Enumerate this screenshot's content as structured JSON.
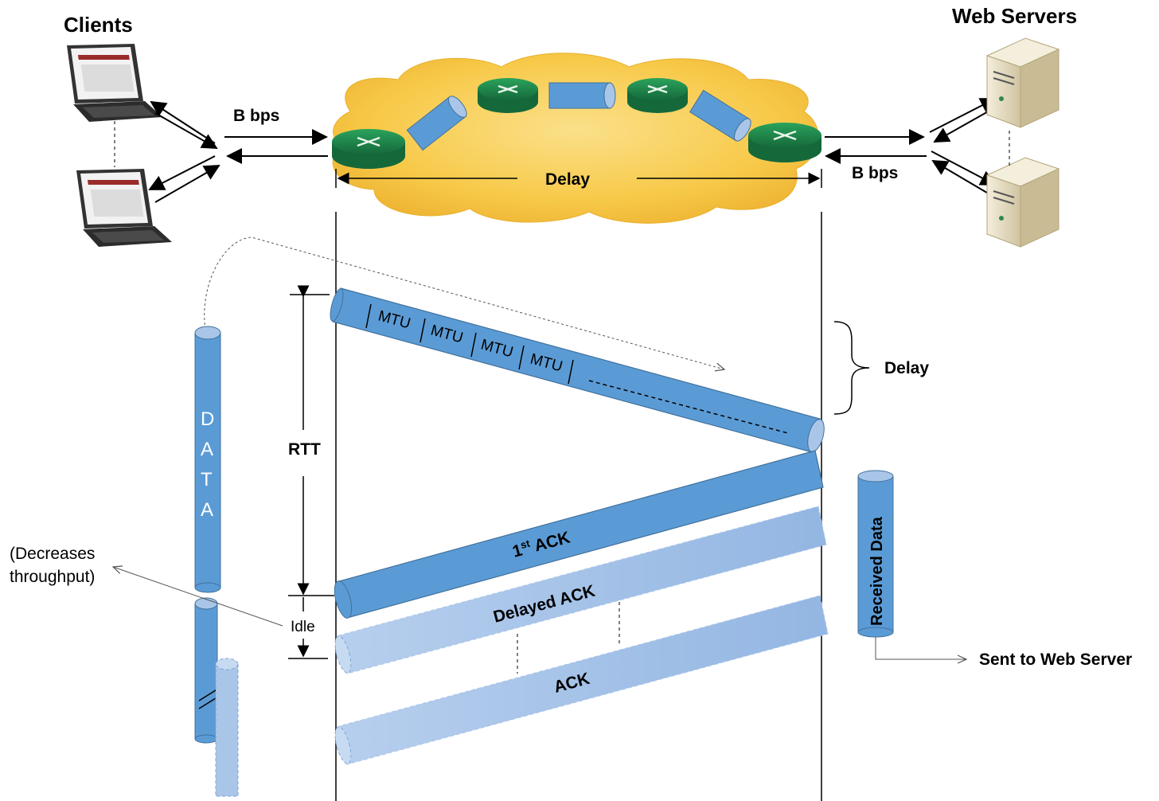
{
  "labels": {
    "clients": "Clients",
    "web_servers": "Web Servers",
    "bandwidth_left": "B bps",
    "bandwidth_right": "B bps",
    "delay_network": "Delay",
    "delay_side": "Delay",
    "rtt": "RTT",
    "idle": "Idle",
    "decreases_throughput": [
      "(Decreases",
      "throughput)"
    ],
    "received_data": "Received Data",
    "sent_to_web_server": "Sent to Web Server",
    "data_letters": [
      "D",
      "A",
      "T",
      "A"
    ],
    "mtu": [
      "MTU",
      "MTU",
      "MTU",
      "MTU"
    ],
    "first_ack_ordinal": "1",
    "first_ack_sup": "st",
    "first_ack_text": " ACK",
    "delayed_ack": "Delayed ACK",
    "ack": "ACK"
  },
  "colors": {
    "pipe_blue": "#5b9bd5",
    "pipe_dark": "#41719c",
    "pipe_light": "#a9c5e8",
    "router_green": "#1e8a4a",
    "cloud_yellow": "#f7c948",
    "server_beige": "#e6dcc0"
  },
  "icons": [
    "laptop-icon",
    "server-icon",
    "router-icon",
    "cloud-icon"
  ]
}
